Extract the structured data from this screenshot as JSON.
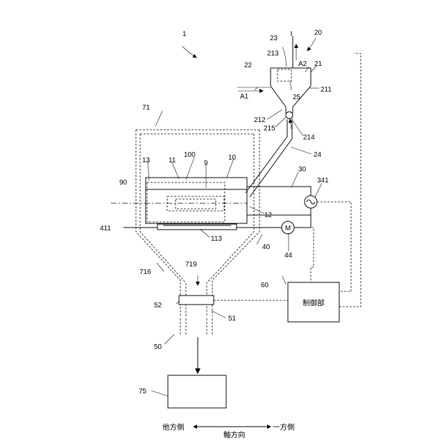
{
  "labels": {
    "l1": "1",
    "l20": "20",
    "l23": "23",
    "l213": "213",
    "lA2": "A2",
    "l21": "21",
    "l22": "22",
    "lA1": "A1",
    "l25": "25",
    "l211": "211",
    "l212": "212",
    "l215": "215",
    "l214": "214",
    "l71": "71",
    "l24": "24",
    "l100": "100",
    "l10": "10",
    "l13": "13",
    "l11": "11",
    "l9": "9",
    "l30": "30",
    "l90": "90",
    "l341": "341",
    "l12": "12",
    "l411": "411",
    "l113": "113",
    "l40": "40",
    "l44": "44",
    "l716": "716",
    "l719": "719",
    "l60": "60",
    "l52": "52",
    "l51": "51",
    "l50": "50",
    "l75": "75",
    "motor": "M"
  },
  "control_unit": {
    "label": "制御部"
  },
  "axis": {
    "left": "他方側",
    "center": "軸方向",
    "right": "一方側"
  },
  "icons": [
    "ac-source-icon",
    "motor-icon",
    "arrow-icon"
  ]
}
